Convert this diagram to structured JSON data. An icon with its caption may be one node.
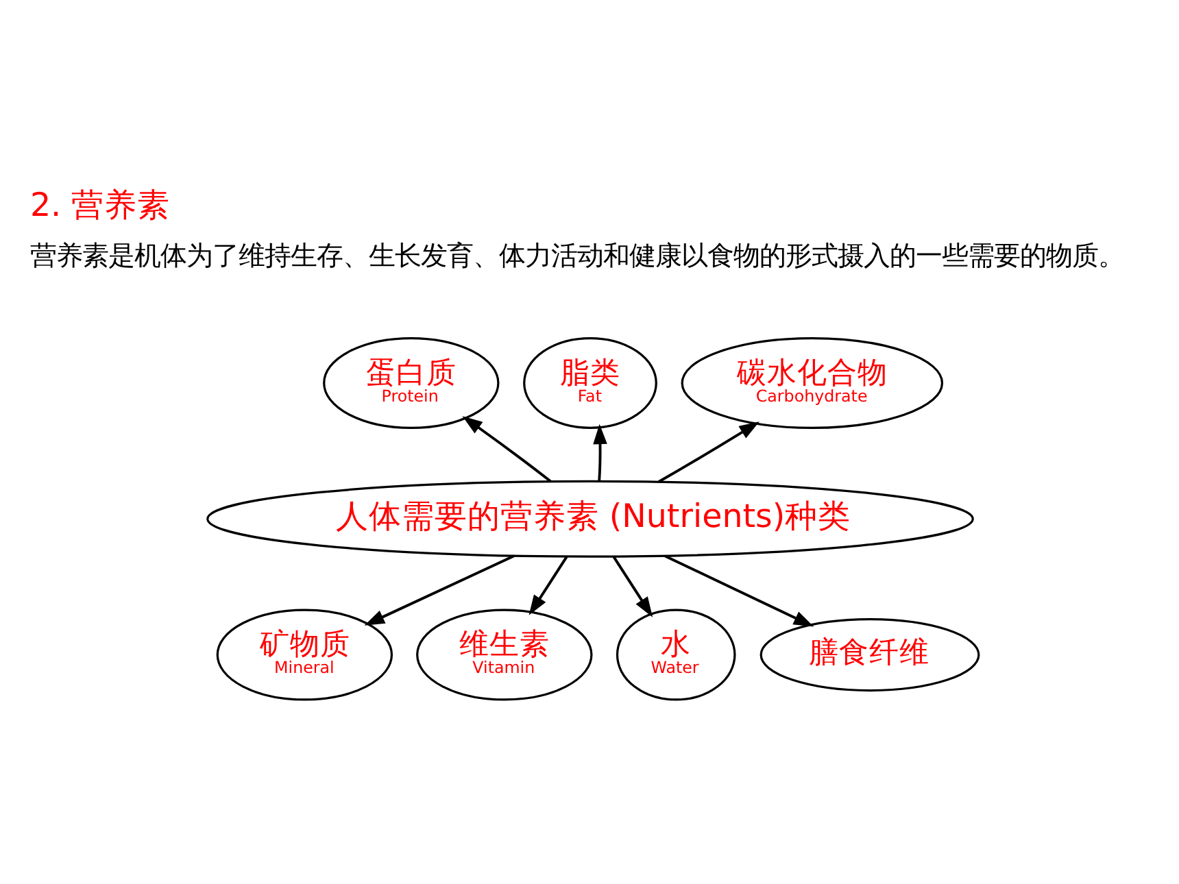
{
  "diagram": {
    "title": "2. 营养素",
    "nodes": [
      {
        "text": [
          "人体需要的营养素 (Nutrients)种类"
        ]
      },
      {
        "text": [
          "蛋白质",
          "Protein"
        ]
      },
      {
        "text": [
          "脂类",
          "Fat"
        ]
      },
      {
        "text": [
          "碳水化合物",
          "Carbohydrate"
        ]
      },
      {
        "text": [
          "矿物质",
          "Mineral"
        ]
      },
      {
        "text": [
          "维生素",
          "Vitamin"
        ]
      },
      {
        "text": [
          "水",
          "Water"
        ]
      },
      {
        "text": [
          "膳食纤维"
        ]
      }
    ],
    "edges": [
      {
        "from": 0,
        "to": 1,
        "arrow": "to"
      },
      {
        "from": 0,
        "to": 2,
        "arrow": "to"
      },
      {
        "from": 0,
        "to": 3,
        "arrow": "to"
      },
      {
        "from": 0,
        "to": 4,
        "arrow": "to"
      },
      {
        "from": 0,
        "to": 5,
        "arrow": "to"
      },
      {
        "from": 0,
        "to": 6,
        "arrow": "to"
      },
      {
        "from": 0,
        "to": 7,
        "arrow": "to"
      }
    ],
    "labels": [
      "营养素是机体为了维持生存、生长发育、体力活动和健康以食物的形式摄入的一些需要的物质。"
    ]
  }
}
